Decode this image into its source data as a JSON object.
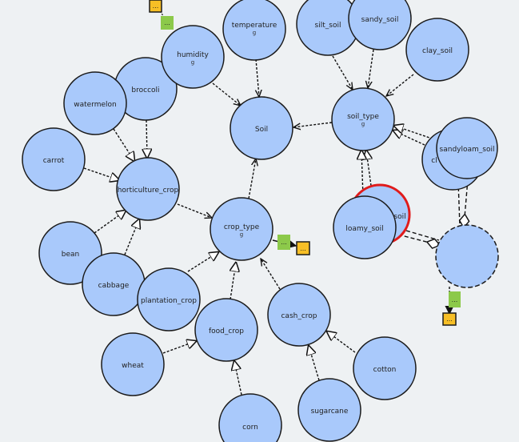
{
  "diagram": {
    "nodes": {
      "temperature": {
        "label": "temperature",
        "sub": "g"
      },
      "humidity": {
        "label": "humidity",
        "sub": "g"
      },
      "broccoli": {
        "label": "broccoli"
      },
      "watermelon": {
        "label": "watermelon"
      },
      "carrot": {
        "label": "carrot"
      },
      "horticulture_crop": {
        "label": "horticulture_crop"
      },
      "bean": {
        "label": "bean"
      },
      "cabbage": {
        "label": "cabbage"
      },
      "plantation_crop": {
        "label": "plantation_crop"
      },
      "soil": {
        "label": "Soil"
      },
      "crop_type": {
        "label": "crop_type",
        "sub": "g"
      },
      "food_crop": {
        "label": "food_crop"
      },
      "cash_crop": {
        "label": "cash_crop"
      },
      "wheat": {
        "label": "wheat"
      },
      "corn": {
        "label": "corn"
      },
      "cotton": {
        "label": "cotton"
      },
      "sugarcane": {
        "label": "sugarcane"
      },
      "silt_soil": {
        "label": "silt_soil"
      },
      "sandy_soil": {
        "label": "sandy_soil"
      },
      "clay_soil": {
        "label": "clay_soil"
      },
      "soil_type": {
        "label": "soil_type",
        "sub": "g"
      },
      "clay_partial": {
        "label": "cl"
      },
      "sandyloam_soil": {
        "label": "sandyloam_soil"
      },
      "red_soil_partial": {
        "label": "soil"
      },
      "loamy_soil": {
        "label": "loamy_soil"
      },
      "blank_node": {
        "label": ""
      }
    },
    "tags": {
      "top_orange": "...",
      "top_green": "...",
      "crop_green": "...",
      "crop_orange": "...",
      "right_green": "...",
      "right_orange": "..."
    },
    "colors": {
      "node_fill": "#a9c9fb",
      "node_stroke": "#1a1a1a",
      "highlight": "#e01b1b",
      "tag_green": "#8cc94a",
      "tag_orange": "#f7bf26",
      "background": "#eef1f3"
    }
  }
}
